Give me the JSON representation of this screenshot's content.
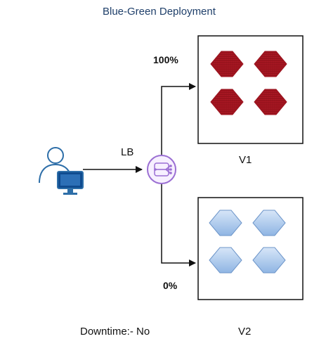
{
  "title": "Blue-Green Deployment",
  "load_balancer": {
    "label": "LB",
    "icon": "load-balancer-icon"
  },
  "client": {
    "icon": "user-computer-icon"
  },
  "routes": {
    "v1_traffic": "100%",
    "v2_traffic": "0%"
  },
  "environments": {
    "v1": {
      "label": "V1",
      "instances": 4,
      "color": "#a01622"
    },
    "v2": {
      "label": "V2",
      "instances": 4,
      "color": "#aac8ec"
    }
  },
  "footer": {
    "downtime": "Downtime:- No"
  }
}
